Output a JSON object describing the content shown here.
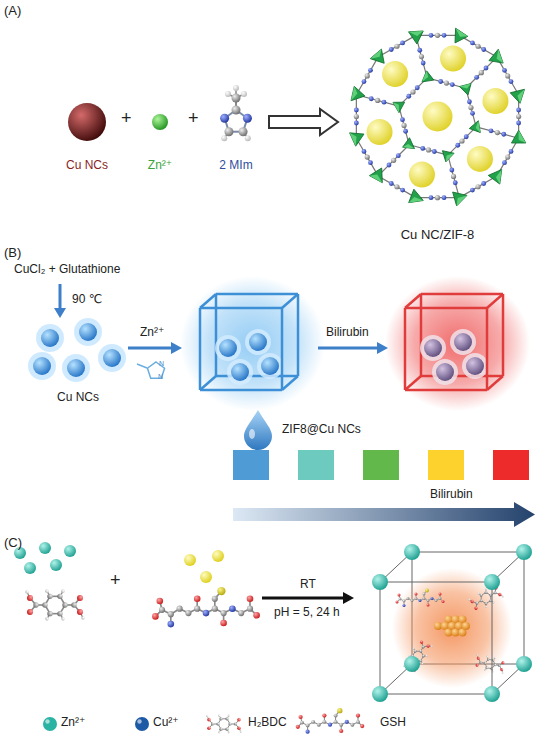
{
  "diagram": {
    "nodes": [
      {
        "text": [
          "Cu NCs"
        ]
      },
      {
        "text": [
          "Zn²⁺"
        ]
      },
      {
        "text": [
          "2 MIm"
        ]
      },
      {
        "text": [
          "Cu NC/ZIF-8"
        ]
      },
      {
        "text": [
          "CuCl₂ + Glutathione"
        ]
      },
      {
        "text": [
          "Cu NCs"
        ]
      }
    ],
    "edges": [
      {
        "from": 2,
        "to": 3,
        "arrow": "to"
      },
      {
        "from": 4,
        "to": 5,
        "label": "90 ℃",
        "arrow": "to"
      }
    ],
    "labels": [
      "(A)",
      "+",
      "+",
      "(B)",
      "Zn²⁺",
      "N",
      "N",
      "Bilirubin",
      "ZIF8@Cu NCs",
      "Bilirubin",
      "(C)",
      "+",
      "RT",
      "pH = 5, 24 h"
    ],
    "legend": [
      {
        "text": "Zn²⁺",
        "color": "#2ab3a3"
      },
      {
        "text": "Cu²⁺",
        "color": "#1d5aa6"
      },
      {
        "text": "H₂BDC"
      },
      {
        "text": "GSH"
      }
    ]
  }
}
